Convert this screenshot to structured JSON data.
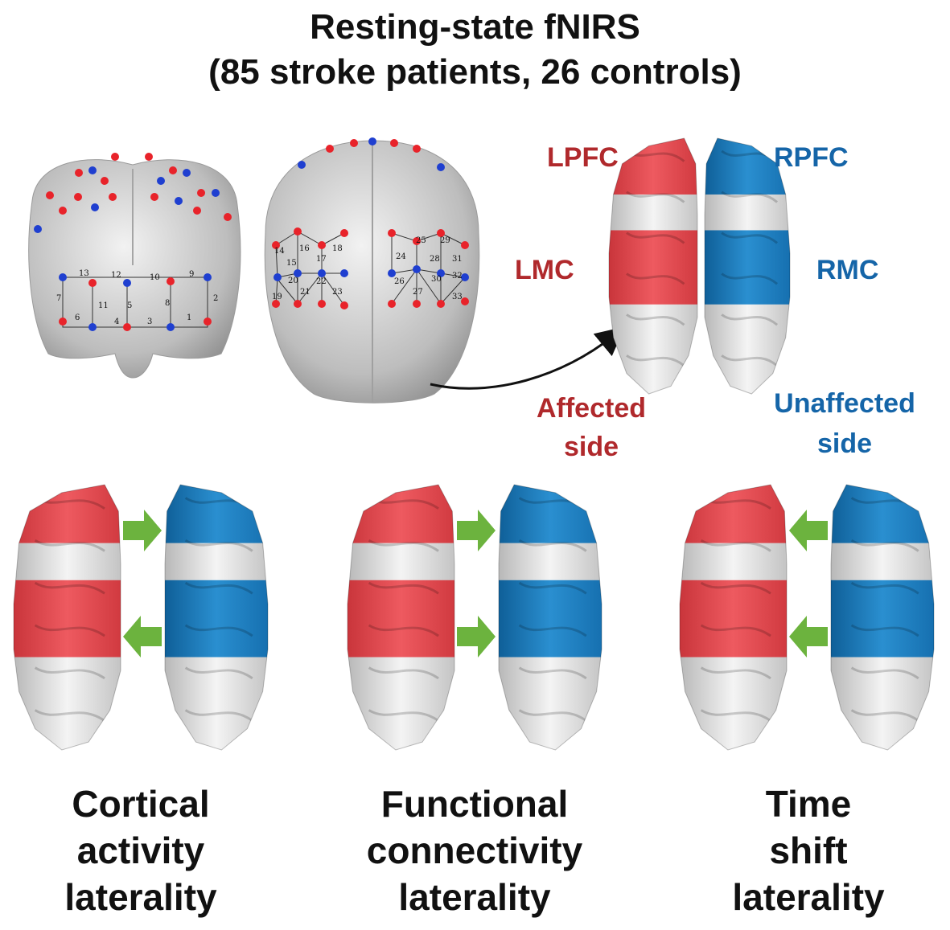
{
  "title": {
    "line1": "Resting-state fNIRS",
    "line2": "(85 stroke patients, 26 controls)"
  },
  "regions": {
    "lpfc": "LPFC",
    "rpfc": "RPFC",
    "lmc": "LMC",
    "rmc": "RMC"
  },
  "sides": {
    "affected_line1": "Affected",
    "affected_line2": "side",
    "unaffected_line1": "Unaffected",
    "unaffected_line2": "side"
  },
  "channels_front": [
    "1",
    "2",
    "3",
    "4",
    "5",
    "6",
    "7",
    "8",
    "9",
    "10",
    "11",
    "12",
    "13"
  ],
  "channels_top": [
    "14",
    "15",
    "16",
    "17",
    "18",
    "19",
    "20",
    "21",
    "22",
    "23",
    "24",
    "25",
    "26",
    "27",
    "28",
    "29",
    "30",
    "31",
    "32",
    "33"
  ],
  "measures": [
    {
      "line1": "Cortical",
      "line2": "activity",
      "line3": "laterality",
      "arrows": [
        "right",
        "left"
      ]
    },
    {
      "line1": "Functional",
      "line2": "connectivity",
      "line3": "laterality",
      "arrows": [
        "right",
        "right"
      ]
    },
    {
      "line1": "Time",
      "line2": "shift",
      "line3": "laterality",
      "arrows": [
        "left",
        "left"
      ]
    }
  ],
  "colors": {
    "affected": "#e8434a",
    "unaffected": "#1b7fc4",
    "arrow": "#6cb33e",
    "brain": "#cfcfcf"
  }
}
